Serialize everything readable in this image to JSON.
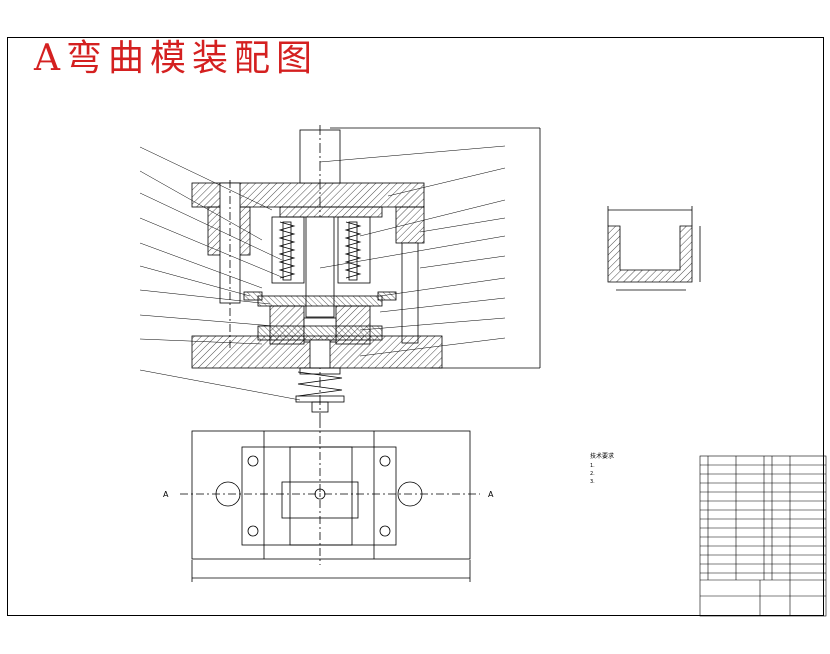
{
  "title": "A弯曲模装配图",
  "section_left_label": "A",
  "section_right_label": "A",
  "notes_heading": "技术要求",
  "notes": [
    "1.",
    "2.",
    "3."
  ],
  "colors": {
    "title": "#d42020",
    "line": "#000000",
    "centerline": "#000000"
  }
}
